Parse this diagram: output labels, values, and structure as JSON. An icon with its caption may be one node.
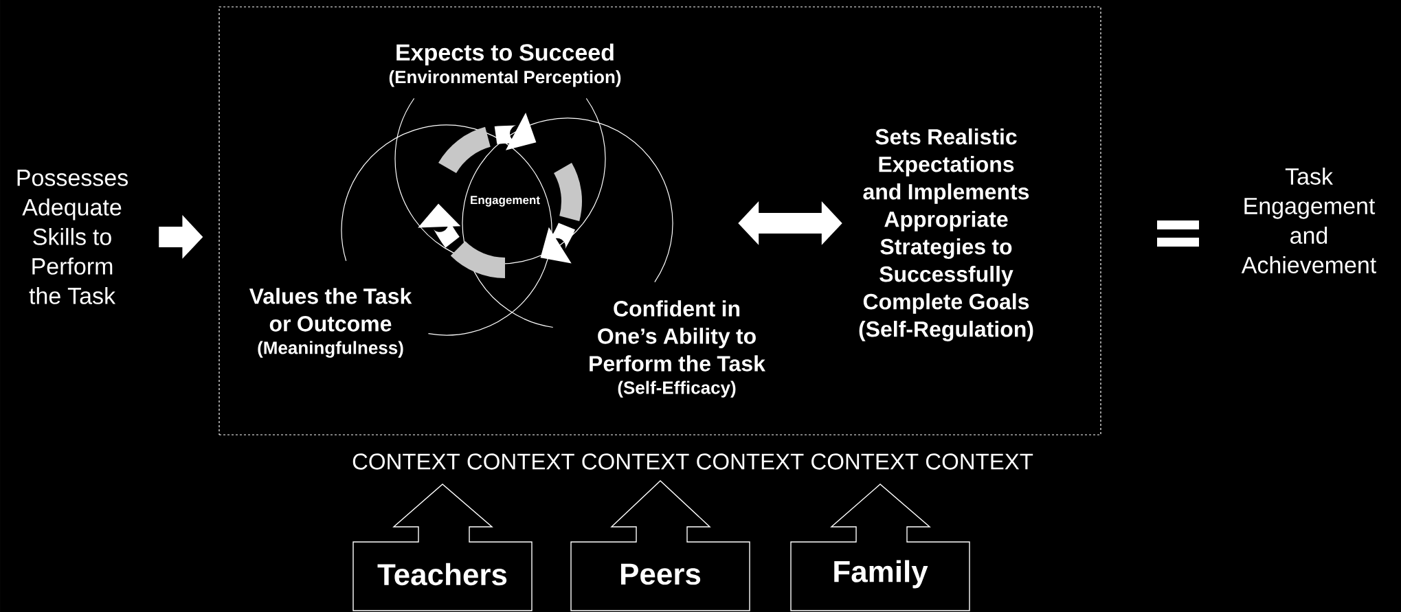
{
  "diagram": {
    "nodes": [
      {
        "text": [
          "Possesses Adequate Skills to Perform the Task"
        ]
      },
      {
        "text": [],
        "shape": "box"
      },
      {
        "text": [
          "Expects to Succeed",
          "(Environmental Perception)"
        ],
        "in": 1
      },
      {
        "text": [
          "Values the Task or Outcome",
          "(Meaningfulness)"
        ],
        "in": 1
      },
      {
        "text": [
          "Confident in One’s Ability to Perform the Task",
          "(Self-Efficacy)"
        ],
        "in": 1
      },
      {
        "text": [
          "Engagement"
        ]
      },
      {
        "text": [
          "Sets Realistic Expectations and Implements Appropriate Strategies to Successfully Complete Goals",
          "(Self-Regulation)"
        ],
        "in": 1
      },
      {
        "text": [
          "Task Engagement and Achievement"
        ]
      },
      {
        "text": [
          "Teachers"
        ]
      },
      {
        "text": [
          "Peers"
        ]
      },
      {
        "text": [
          "Family"
        ]
      }
    ],
    "edges": [
      {
        "from": 0,
        "to": 1,
        "arrow": "to"
      },
      {
        "from": 4,
        "to": 6,
        "arrow": "both"
      }
    ],
    "labels": [
      "CONTEXT CONTEXT CONTEXT CONTEXT CONTEXT CONTEXT"
    ]
  }
}
